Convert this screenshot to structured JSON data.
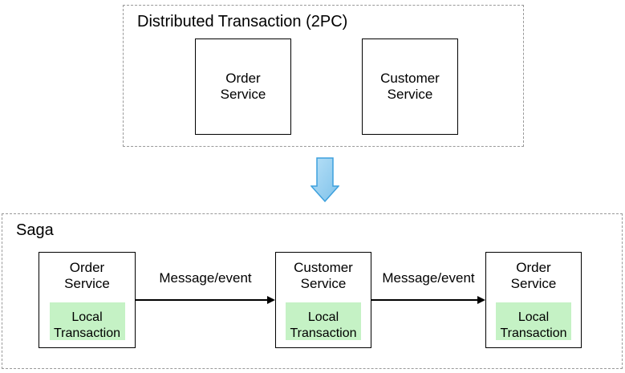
{
  "colors": {
    "local_transaction_fill": "#c5f2c5",
    "arrow_fill_light": "#b7e0f7",
    "arrow_fill_dark": "#7fc2ea",
    "arrow_stroke": "#3da0dd",
    "connector": "#000000",
    "dashed_border": "#999999",
    "box_border": "#000000",
    "text": "#000000"
  },
  "top_section": {
    "title": "Distributed Transaction (2PC)",
    "services": [
      {
        "label": "Order\nService"
      },
      {
        "label": "Customer\nService"
      }
    ]
  },
  "transform_arrow": {
    "icon": "down-arrow"
  },
  "saga_section": {
    "title": "Saga",
    "services": [
      {
        "label": "Order\nService",
        "local_transaction": "Local\nTransaction"
      },
      {
        "label": "Customer\nService",
        "local_transaction": "Local\nTransaction"
      },
      {
        "label": "Order\nService",
        "local_transaction": "Local\nTransaction"
      }
    ],
    "connectors": [
      {
        "label": "Message/event"
      },
      {
        "label": "Message/event"
      }
    ]
  }
}
